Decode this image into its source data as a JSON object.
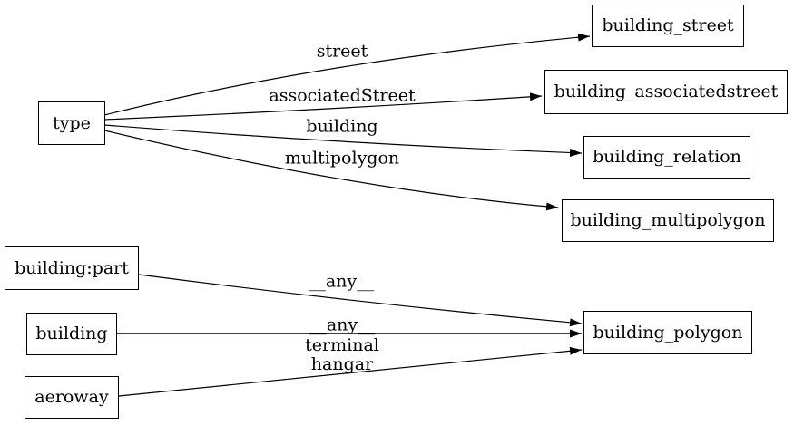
{
  "diagram": {
    "background_color": "#ffffff",
    "line_color": "#000000",
    "text_color": "#000000",
    "nodes": [
      {
        "id": "type",
        "label": "type"
      },
      {
        "id": "building:part",
        "label": "building:part"
      },
      {
        "id": "building",
        "label": "building"
      },
      {
        "id": "aeroway",
        "label": "aeroway"
      },
      {
        "id": "building_street",
        "label": "building_street"
      },
      {
        "id": "building_associatedstreet",
        "label": "building_associatedstreet"
      },
      {
        "id": "building_relation",
        "label": "building_relation"
      },
      {
        "id": "building_multipolygon",
        "label": "building_multipolygon"
      },
      {
        "id": "building_polygon",
        "label": "building_polygon"
      }
    ],
    "edges": [
      {
        "from": "type",
        "to": "building_street",
        "label": "street"
      },
      {
        "from": "type",
        "to": "building_associatedstreet",
        "label": "associatedStreet"
      },
      {
        "from": "type",
        "to": "building_relation",
        "label": "building"
      },
      {
        "from": "type",
        "to": "building_multipolygon",
        "label": "multipolygon"
      },
      {
        "from": "building:part",
        "to": "building_polygon",
        "label": "__any__"
      },
      {
        "from": "building",
        "to": "building_polygon",
        "label": "__any__"
      },
      {
        "from": "aeroway",
        "to": "building_polygon",
        "label": "terminal\nhangar"
      }
    ]
  }
}
